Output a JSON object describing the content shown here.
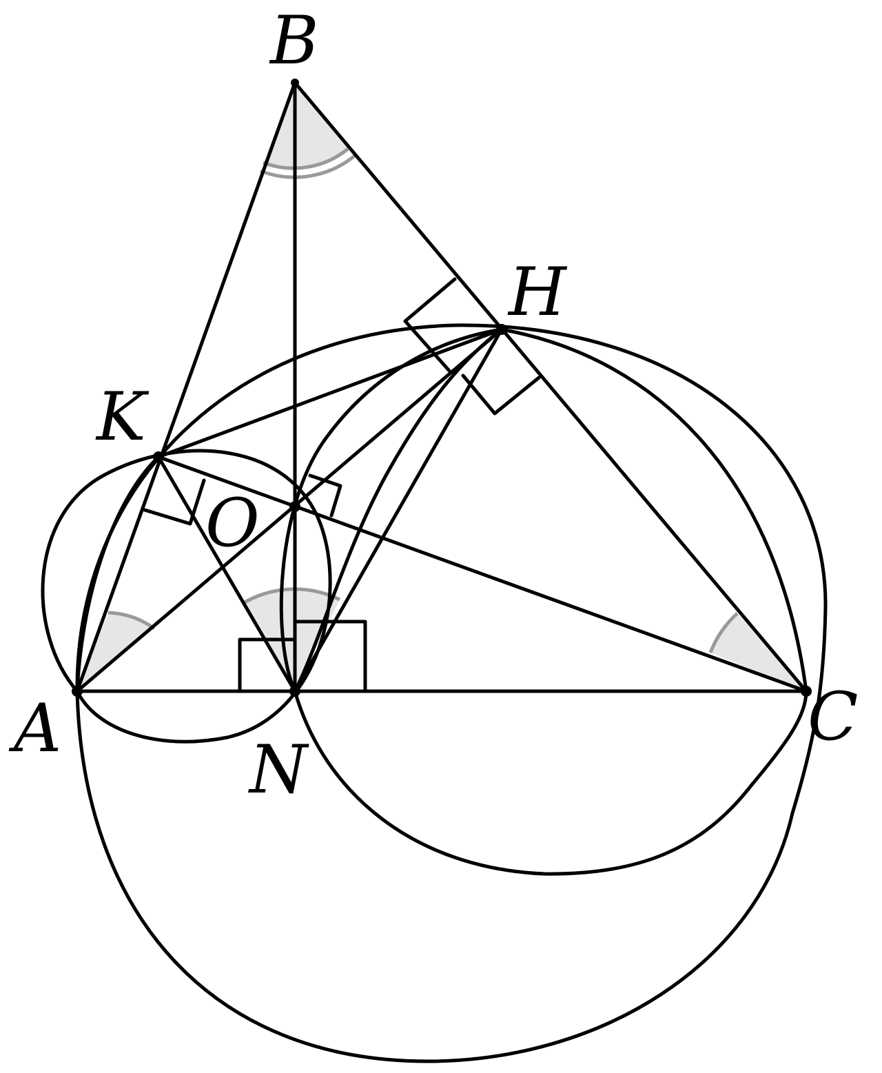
{
  "labels": {
    "B": "B",
    "H": "H",
    "K": "K",
    "O": "O",
    "A": "A",
    "N": "N",
    "C": "C"
  },
  "colors": {
    "ink": "#000000",
    "angle_fill": "#e6e6e6",
    "angle_stroke": "#999999"
  }
}
